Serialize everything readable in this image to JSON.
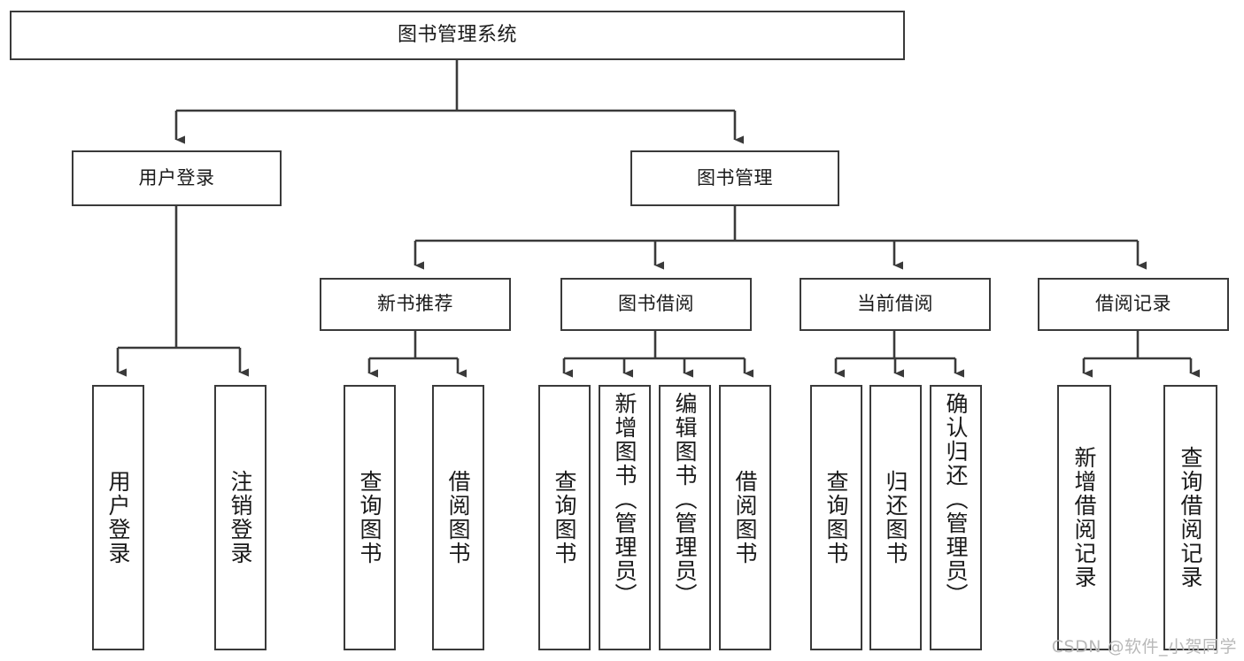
{
  "diagram": {
    "title": "图书管理系统",
    "type": "tree-hierarchy-chart",
    "theme": {
      "background": "#ffffff",
      "node_border": "#3a3a3a",
      "node_fill": "#ffffff",
      "edge_color": "#3a3a3a",
      "text_color": "#1a1a1a",
      "watermark_color": "#b9b9b9"
    },
    "root": {
      "label": "图书管理系统"
    },
    "level2": [
      {
        "label": "用户登录"
      },
      {
        "label": "图书管理"
      }
    ],
    "level3": [
      {
        "label": "新书推荐"
      },
      {
        "label": "图书借阅"
      },
      {
        "label": "当前借阅"
      },
      {
        "label": "借阅记录"
      }
    ],
    "leaves": {
      "user_login": [
        {
          "label": "用户登录"
        },
        {
          "label": "注销登录"
        }
      ],
      "new_book": [
        {
          "label": "查询图书"
        },
        {
          "label": "借阅图书"
        }
      ],
      "book_borrow": [
        {
          "label": "查询图书"
        },
        {
          "label": "新增图书（管理员）"
        },
        {
          "label": "编辑图书（管理员）"
        },
        {
          "label": "借阅图书"
        }
      ],
      "current_borrow": [
        {
          "label": "查询图书"
        },
        {
          "label": "归还图书"
        },
        {
          "label": "确认归还（管理员）"
        }
      ],
      "borrow_record": [
        {
          "label": "新增借阅记录"
        },
        {
          "label": "查询借阅记录"
        }
      ]
    }
  },
  "watermark": {
    "text": "CSDN @软件_小贺同学"
  }
}
